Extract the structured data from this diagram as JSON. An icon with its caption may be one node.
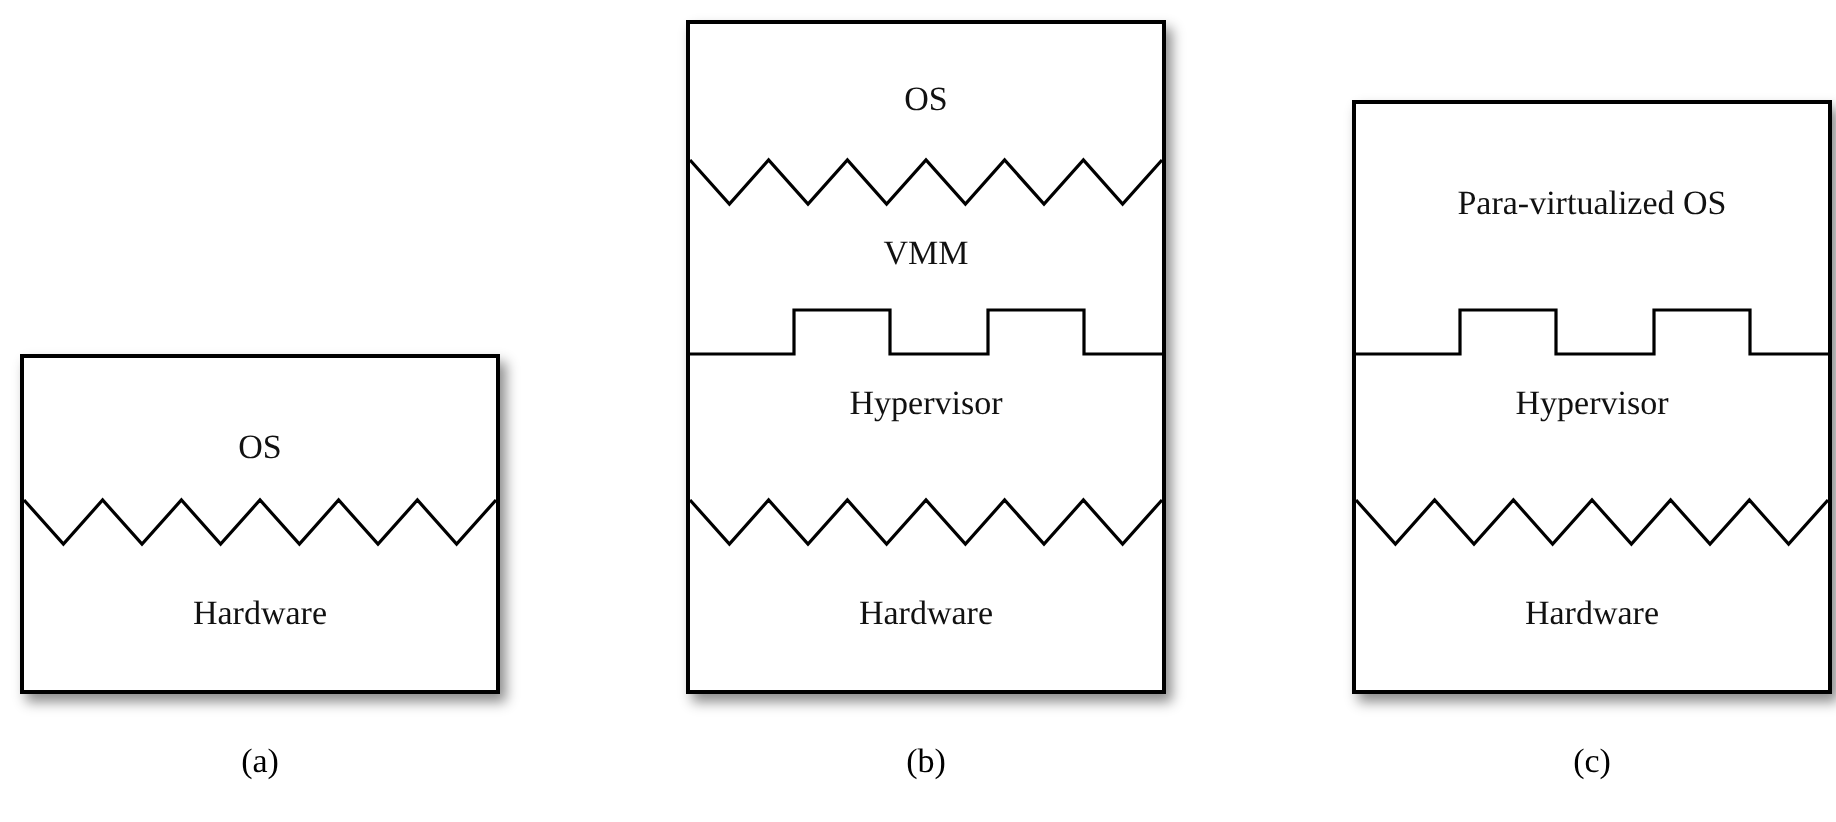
{
  "diagram": {
    "nodes": [
      {
        "text": [],
        "shape": "box",
        "beside": [
          "(a)"
        ]
      },
      {
        "text": [
          "OS"
        ],
        "in": 0
      },
      {
        "text": [
          "Hardware"
        ],
        "in": 0
      },
      {
        "text": [],
        "shape": "box",
        "beside": [
          "(b)"
        ]
      },
      {
        "text": [
          "OS"
        ],
        "in": 3
      },
      {
        "text": [
          "VMM"
        ],
        "in": 3
      },
      {
        "text": [
          "Hypervisor"
        ],
        "in": 3
      },
      {
        "text": [
          "Hardware"
        ],
        "in": 3
      },
      {
        "text": [],
        "shape": "box",
        "beside": [
          "(c)"
        ]
      },
      {
        "text": [
          "Para-virtualized OS"
        ],
        "in": 8
      },
      {
        "text": [
          "Hypervisor"
        ],
        "in": 8
      },
      {
        "text": [
          "Hardware"
        ],
        "in": 8
      }
    ]
  }
}
